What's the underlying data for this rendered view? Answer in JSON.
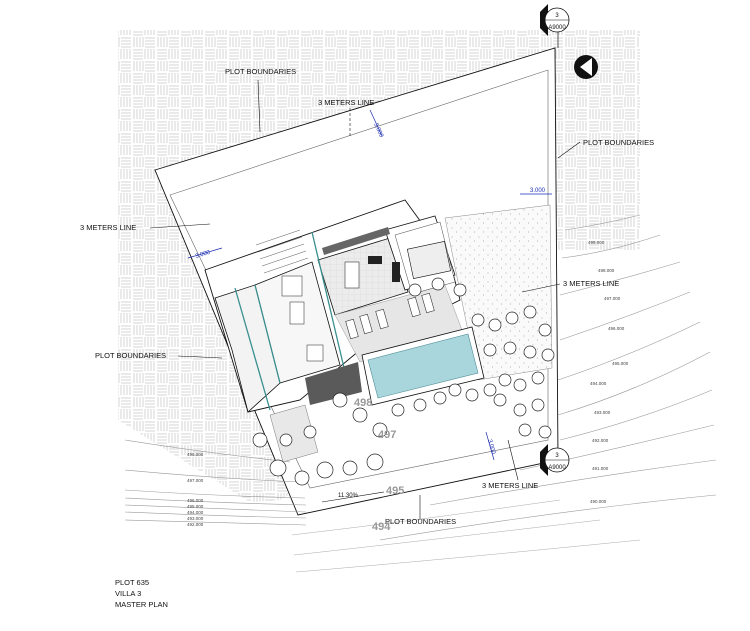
{
  "labels": {
    "plot_boundaries_top": "PLOT BOUNDARIES",
    "three_m_line_top": "3 METERS LINE",
    "plot_boundaries_right": "PLOT BOUNDARIES",
    "three_m_line_left": "3 METERS LINE",
    "three_m_line_right": "3 METERS LINE",
    "plot_boundaries_left": "PLOT BOUNDARIES",
    "three_m_line_bottom": "3 METERS LINE",
    "plot_boundaries_bottom": "PLOT BOUNDARIES"
  },
  "dimensions": {
    "d_top": "3.000",
    "d_right": "3.000",
    "d_left": "3.000",
    "d_bottom": "3.000"
  },
  "slope_label": "11.30%",
  "level_labels": [
    "498",
    "497",
    "495",
    "494"
  ],
  "contours_left": [
    "498.000",
    "497.000",
    "496.000",
    "495.000",
    "494.000",
    "493.000",
    "492.000"
  ],
  "contours_right": [
    "499.000",
    "498.000",
    "497.000",
    "496.000",
    "495.000",
    "494.000",
    "493.000",
    "492.000",
    "491.000",
    "490.000"
  ],
  "section_markers": {
    "top": {
      "number": "3",
      "sheet": "A9000"
    },
    "right": {
      "number": "3",
      "sheet": "A9000"
    }
  },
  "title_block": {
    "line1": "PLOT 635",
    "line2": "VILLA 3",
    "line3": "MASTER PLAN"
  },
  "colors": {
    "pool": "#a9d6dc",
    "hatch": "#bcbcbc",
    "line": "#111111",
    "dimension": "#1a2bb0"
  }
}
